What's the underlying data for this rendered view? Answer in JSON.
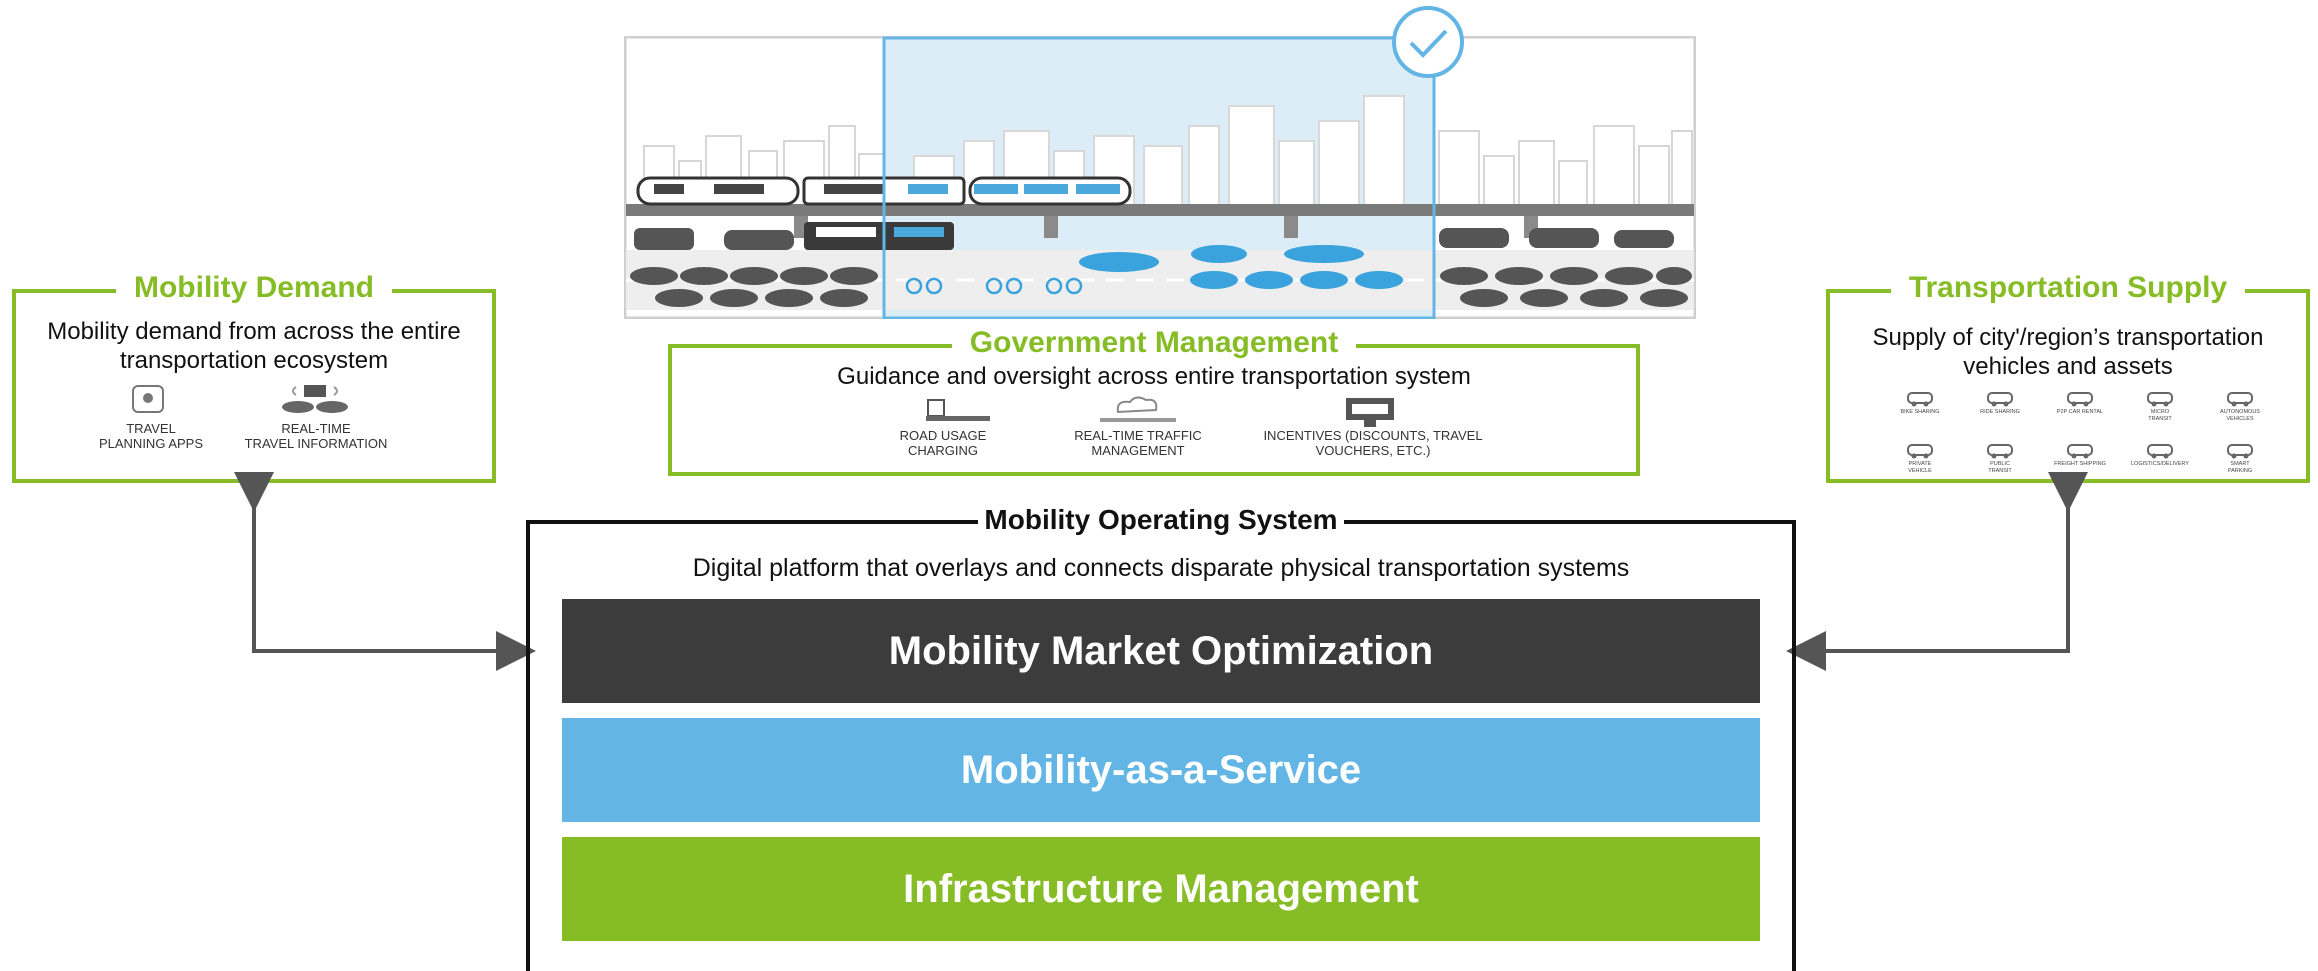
{
  "colors": {
    "green": "#86bc25",
    "blue": "#62b5e5",
    "dark": "#3c3c3c",
    "arrow": "#555555"
  },
  "mobility_demand": {
    "title": "Mobility Demand",
    "desc_line1": "Mobility demand from across the entire",
    "desc_line2": "transportation ecosystem",
    "icons": [
      {
        "icon": "phone-map-icon",
        "label_line1": "TRAVEL",
        "label_line2": "PLANNING APPS"
      },
      {
        "icon": "realtime-info-icon",
        "label_line1": "REAL-TIME",
        "label_line2": "TRAVEL INFORMATION"
      }
    ]
  },
  "government": {
    "title": "Government Management",
    "desc": "Guidance and oversight across entire transportation system",
    "icons": [
      {
        "icon": "road-charging-icon",
        "label_line1": "ROAD USAGE",
        "label_line2": "CHARGING"
      },
      {
        "icon": "cloud-traffic-icon",
        "label_line1": "REAL-TIME TRAFFIC",
        "label_line2": "MANAGEMENT"
      },
      {
        "icon": "voucher-icon",
        "label_line1": "INCENTIVES (DISCOUNTS, TRAVEL",
        "label_line2": "VOUCHERS, ETC.)"
      }
    ]
  },
  "supply": {
    "title": "Transportation Supply",
    "desc_line1": "Supply of city'/region’s transportation",
    "desc_line2": "vehicles and assets",
    "icons": [
      {
        "icon": "bike-sharing-icon",
        "label_line1": "BIKE SHARING",
        "label_line2": ""
      },
      {
        "icon": "ride-sharing-icon",
        "label_line1": "RIDE SHARING",
        "label_line2": ""
      },
      {
        "icon": "p2p-car-rental-icon",
        "label_line1": "P2P CAR RENTAL",
        "label_line2": ""
      },
      {
        "icon": "micro-transit-icon",
        "label_line1": "MICRO",
        "label_line2": "TRANSIT"
      },
      {
        "icon": "autonomous-vehicle-icon",
        "label_line1": "AUTONOMOUS",
        "label_line2": "VEHICLES"
      },
      {
        "icon": "private-vehicle-icon",
        "label_line1": "PRIVATE",
        "label_line2": "VEHICLE"
      },
      {
        "icon": "public-transit-icon",
        "label_line1": "PUBLIC",
        "label_line2": "TRANSIT"
      },
      {
        "icon": "freight-shipping-icon",
        "label_line1": "FREIGHT SHIPPING",
        "label_line2": ""
      },
      {
        "icon": "logistics-delivery-icon",
        "label_line1": "LOGISTICS/DELIVERY",
        "label_line2": ""
      },
      {
        "icon": "smart-parking-icon",
        "label_line1": "SMART",
        "label_line2": "PARKING"
      }
    ]
  },
  "mos": {
    "title": "Mobility Operating System",
    "desc": "Digital platform that overlays and connects disparate physical transportation systems",
    "layers": [
      {
        "label": "Mobility Market Optimization"
      },
      {
        "label": "Mobility-as-a-Service"
      },
      {
        "label": "Infrastructure Management"
      }
    ]
  }
}
